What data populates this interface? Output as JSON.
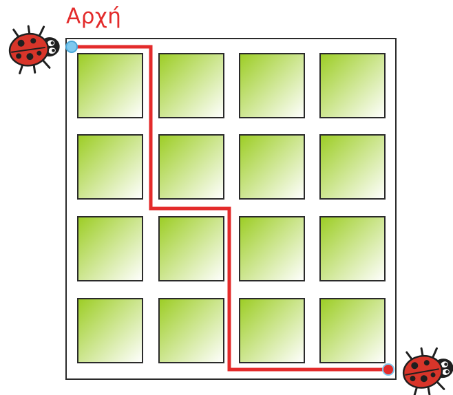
{
  "start_label": "Αρχή",
  "grid": {
    "rows": 4,
    "cols": 4
  },
  "path_steps": [
    "right",
    "down",
    "down",
    "right",
    "down",
    "down",
    "right",
    "right"
  ],
  "colors": {
    "border": "#2a2a2a",
    "block_light": "#ffffff",
    "block_dark": "#9ccd24",
    "path": "#e32b2b",
    "start_dot": "#7ec8ee",
    "end_dot": "#e32b2b",
    "ladybug_shell": "#d8352a",
    "ladybug_head": "#1f1f1f"
  }
}
